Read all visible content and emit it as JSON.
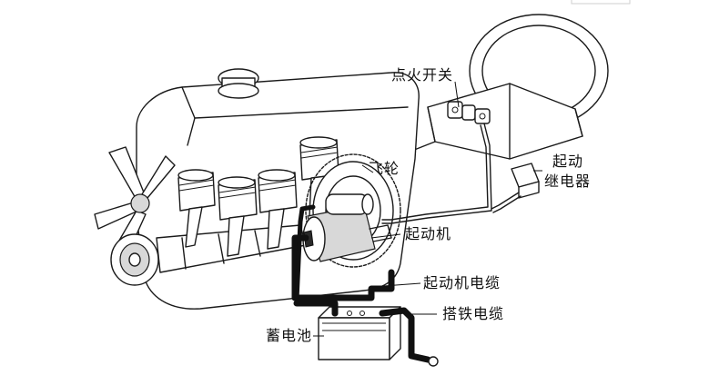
{
  "labels": {
    "ignition_switch": "点火开关",
    "flywheel": "飞轮",
    "starter_relay_line1": "起动",
    "starter_relay_line2": "继电器",
    "starter_motor": "起动机",
    "starter_cable": "起动机电缆",
    "ground_cable": "搭铁电缆",
    "battery": "蓄电池"
  }
}
